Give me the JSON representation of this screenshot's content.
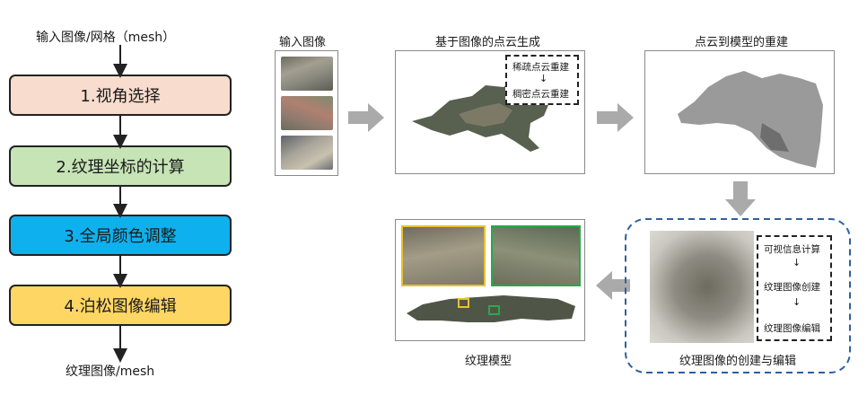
{
  "flow": {
    "input_label": "输入图像/网格（mesh）",
    "output_label": "纹理图像/mesh",
    "steps": [
      {
        "label": "1.视角选择",
        "color": "#f8dccd"
      },
      {
        "label": "2.纹理坐标的计算",
        "color": "#c6e4b6"
      },
      {
        "label": "3.全局颜色调整",
        "color": "#0fb0ee"
      },
      {
        "label": "4.泊松图像编辑",
        "color": "#fdd664"
      }
    ]
  },
  "pipeline": {
    "input_title": "输入图像",
    "pointcloud_title": "基于图像的点云生成",
    "sparse_label": "稀疏点云重建",
    "dense_label": "稠密点云重建",
    "recon_title": "点云到模型的重建",
    "texture_box": {
      "item1": "可视信息计算",
      "item2": "纹理图像创建",
      "item3": "纹理图像编辑",
      "caption": "纹理图像的创建与编辑"
    },
    "model_title": "纹理模型"
  },
  "colors": {
    "arrow_gray": "#aaaaaa",
    "blue_dash": "#2e5f9e",
    "yellow_frame": "#e8c12e",
    "green_frame": "#2aa84a"
  }
}
